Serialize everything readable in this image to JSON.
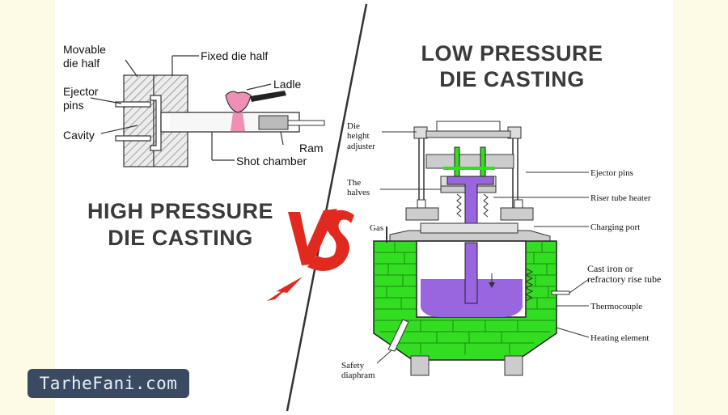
{
  "high_pressure": {
    "title_line1": "HIGH PRESSURE",
    "title_line2": "DIE CASTING",
    "labels": {
      "movable_l1": "Movable",
      "movable_l2": "die half",
      "fixed": "Fixed die half",
      "ladle": "Ladle",
      "ejector_l1": "Ejector",
      "ejector_l2": "pins",
      "cavity": "Cavity",
      "ram": "Ram",
      "shot_chamber": "Shot chamber"
    }
  },
  "versus": "VS",
  "low_pressure": {
    "title_line1": "LOW PRESSURE",
    "title_line2": "DIE CASTING",
    "labels": {
      "die_height_l1": "Die",
      "die_height_l2": "height",
      "die_height_l3": "adjuster",
      "halves_l1": "The",
      "halves_l2": "halves",
      "gas": "Gas",
      "ejector_pins": "Ejector pins",
      "riser_tube_heater": "Riser tube heater",
      "charging_port": "Charging port",
      "cast_iron_l1": "Cast iron or",
      "cast_iron_l2": "refractory rise tube",
      "thermocouple": "Thermocouple",
      "heating_element": "Heating element",
      "safety_l1": "Safety",
      "safety_l2": "diaphram"
    }
  },
  "watermark": "TarheFani.com",
  "colors": {
    "molten_hp": "#ef8fb5",
    "molten_lp": "#9966e0",
    "furnace_brick": "#33dd22",
    "vs_red": "#e02a20",
    "divider": "#333333"
  }
}
